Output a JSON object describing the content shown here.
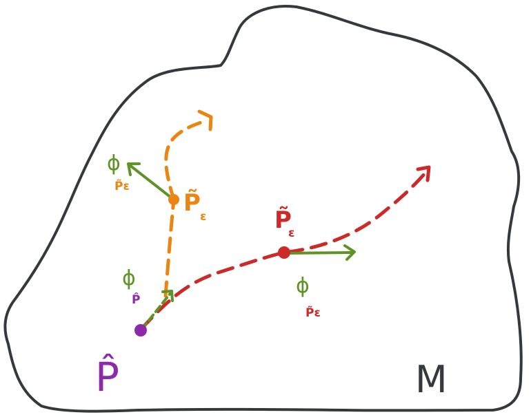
{
  "colors": {
    "manifold": "#35393d",
    "purple": "#8e2aa8",
    "orange": "#ea8512",
    "red": "#cc2a28",
    "green": "#5e9425"
  },
  "labels": {
    "p_hat": "P̂",
    "p_eps_orange_main": "P̃",
    "p_eps_orange_sub": "ε",
    "p_eps_red_main": "P̃",
    "p_eps_red_sub": "ε",
    "phi_orange_main": "ϕ",
    "phi_orange_sub": "P̃ε",
    "phi_purple_main": "ϕ",
    "phi_purple_sub": "P̂",
    "phi_red_main": "ϕ",
    "phi_red_sub": "P̃ε",
    "manifold": "M"
  }
}
